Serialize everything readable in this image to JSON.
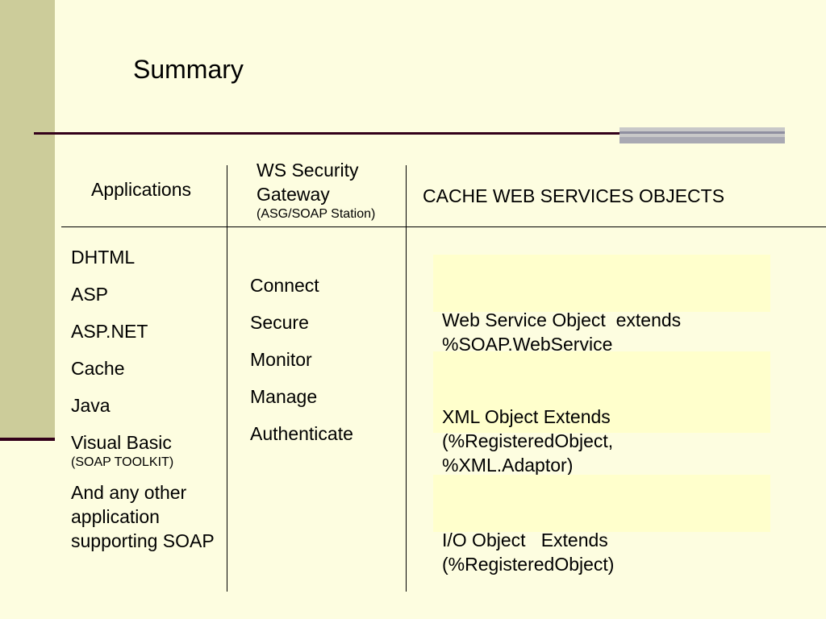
{
  "slide": {
    "title": "Summary"
  },
  "headers": {
    "applications": "Applications",
    "gateway_title": "WS Security Gateway",
    "gateway_sub": "(ASG/SOAP Station)",
    "cache_objects": "CACHE WEB SERVICES OBJECTS"
  },
  "applications": [
    {
      "label": "DHTML"
    },
    {
      "label": "ASP"
    },
    {
      "label": "ASP.NET"
    },
    {
      "label": "Cache"
    },
    {
      "label": "Java"
    },
    {
      "label": "Visual Basic",
      "sub": "(SOAP TOOLKIT)"
    },
    {
      "label": "And any other application supporting SOAP"
    }
  ],
  "gateway_functions": [
    "Connect",
    "Secure",
    "Monitor",
    "Manage",
    "Authenticate"
  ],
  "objects": [
    {
      "text": "Web Service Object  extends %SOAP.WebService"
    },
    {
      "text": "XML Object Extends (%RegisteredObject, %XML.Adaptor)"
    },
    {
      "text": "I/O Object   Extends (%RegisteredObject)"
    }
  ],
  "colors": {
    "background": "#fdfde0",
    "left_band": "#cccc9a",
    "rule": "#33001a",
    "box_fill": "#ffffcc"
  }
}
